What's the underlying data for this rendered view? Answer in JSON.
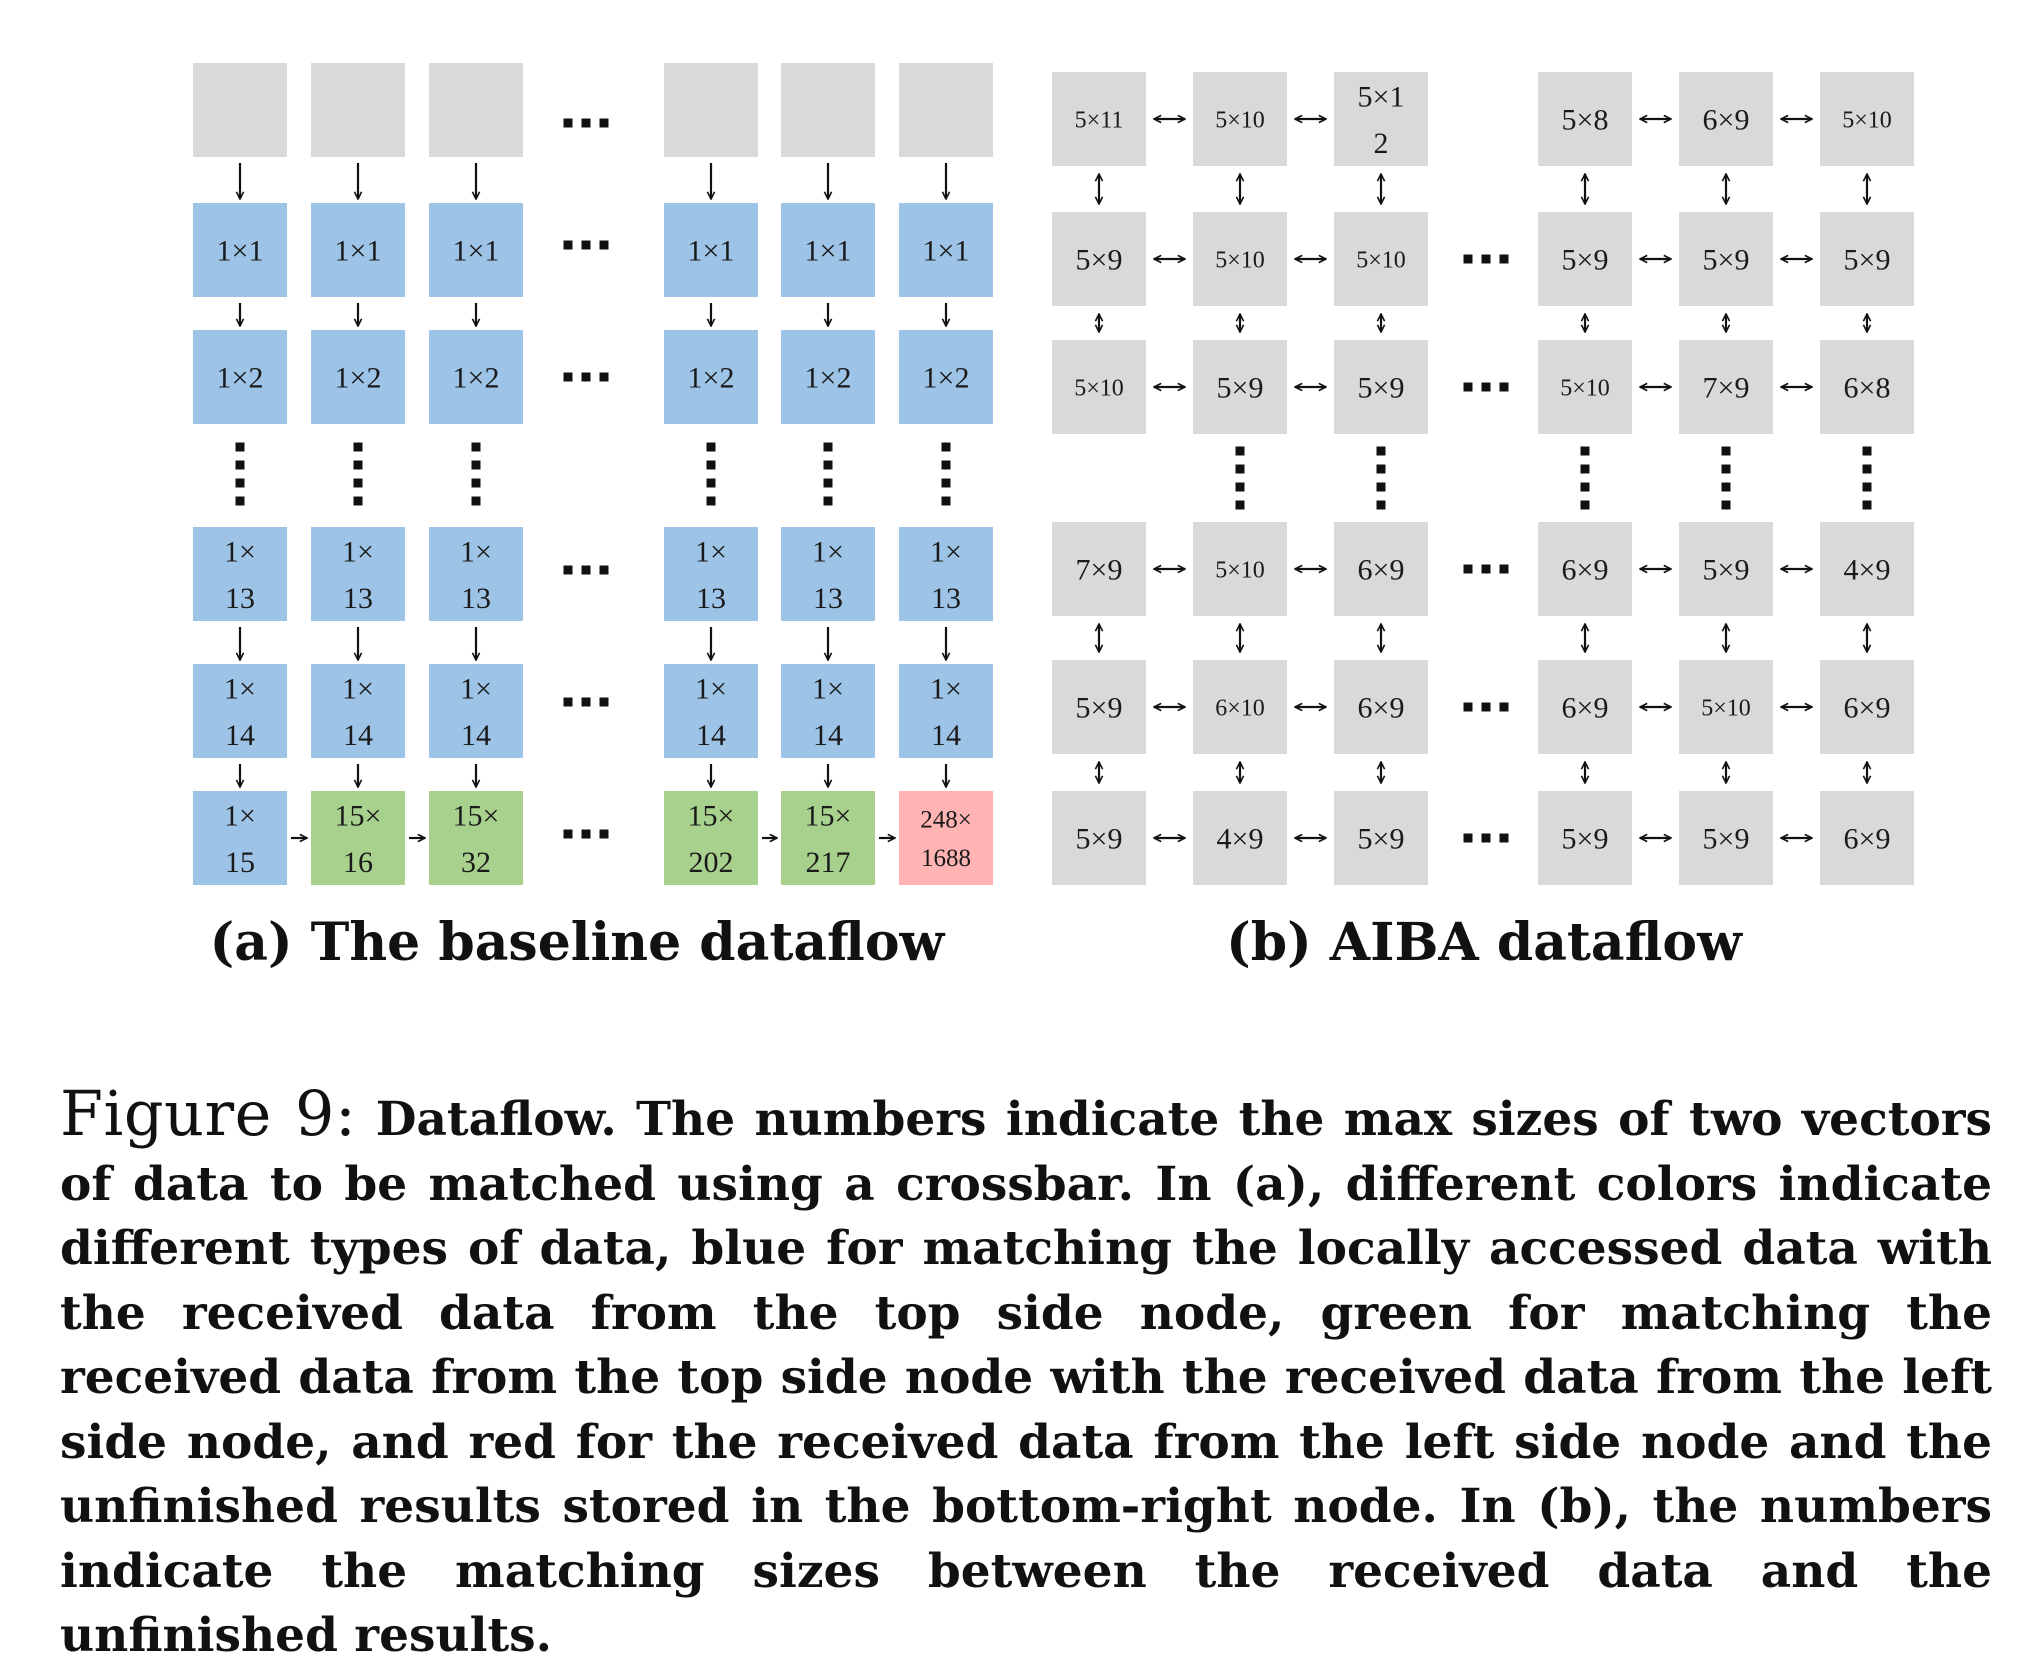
{
  "panel_a": {
    "caption": "(a) The baseline dataflow",
    "ellipsis": "...",
    "rows": [
      [
        "",
        "",
        "",
        "",
        "",
        ""
      ],
      [
        "1×1",
        "1×1",
        "1×1",
        "1×1",
        "1×1",
        "1×1"
      ],
      [
        "1×2",
        "1×2",
        "1×2",
        "1×2",
        "1×2",
        "1×2"
      ],
      [
        "1×\n13",
        "1×\n13",
        "1×\n13",
        "1×\n13",
        "1×\n13",
        "1×\n13"
      ],
      [
        "1×\n14",
        "1×\n14",
        "1×\n14",
        "1×\n14",
        "1×\n14",
        "1×\n14"
      ],
      [
        "1×\n15",
        "15×\n16",
        "15×\n32",
        "15×\n202",
        "15×\n217",
        "248×\n1688"
      ]
    ],
    "row_colors": [
      [
        "gray",
        "gray",
        "gray",
        "gray",
        "gray",
        "gray"
      ],
      [
        "blue",
        "blue",
        "blue",
        "blue",
        "blue",
        "blue"
      ],
      [
        "blue",
        "blue",
        "blue",
        "blue",
        "blue",
        "blue"
      ],
      [
        "blue",
        "blue",
        "blue",
        "blue",
        "blue",
        "blue"
      ],
      [
        "blue",
        "blue",
        "blue",
        "blue",
        "blue",
        "blue"
      ],
      [
        "blue",
        "green",
        "green",
        "green",
        "green",
        "red"
      ]
    ]
  },
  "panel_b": {
    "caption": "(b) AIBA dataflow",
    "ellipsis": "...",
    "rows": [
      [
        "5×11",
        "5×10",
        "5×1\n2",
        "5×8",
        "6×9",
        "5×10"
      ],
      [
        "5×9",
        "5×10",
        "5×10",
        "5×9",
        "5×9",
        "5×9"
      ],
      [
        "5×10",
        "5×9",
        "5×9",
        "5×10",
        "7×9",
        "6×8"
      ],
      [
        "7×9",
        "5×10",
        "6×9",
        "6×9",
        "5×9",
        "4×9"
      ],
      [
        "5×9",
        "6×10",
        "6×9",
        "6×9",
        "5×10",
        "6×9"
      ],
      [
        "5×9",
        "4×9",
        "5×9",
        "5×9",
        "5×9",
        "6×9"
      ]
    ]
  },
  "colors": {
    "gray": "#d9d9d9",
    "blue": "#9dc3e6",
    "green": "#a9d18e",
    "red": "#ffb3b3",
    "border": "#c8c8c8",
    "text": "#1a1a1a"
  },
  "caption": {
    "lead": "Figure 9:",
    "text": "Dataflow. The numbers indicate the max sizes of two vectors of data to be matched using a crossbar. In (a), different colors indicate different types of data, blue for matching the locally accessed data with the received data from the top side node, green for matching the received data from the top side node with the received data from the left side node, and red for the received data from the left side node and the unfinished results stored in the bottom-right node. In (b), the numbers indicate the matching sizes between the received data and the unfinished results."
  }
}
